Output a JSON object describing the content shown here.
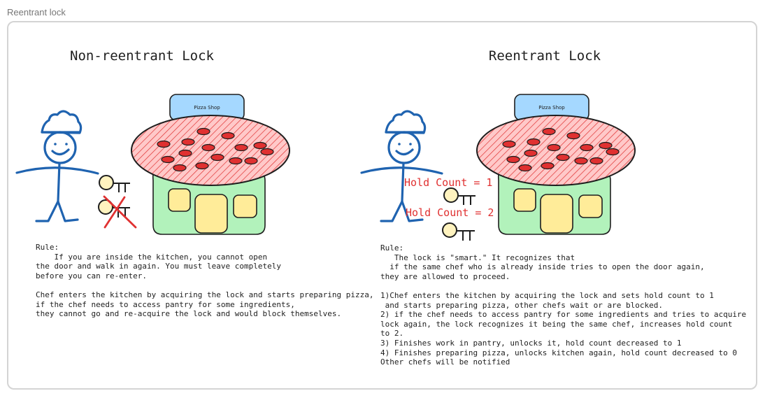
{
  "page_label": "Reentrant lock",
  "left": {
    "title": "Non-reentrant Lock",
    "shop_sign": "Pizza Shop",
    "rule_text": "Rule:\n    If you are inside the kitchen, you cannot open\nthe door and walk in again. You must leave completely\nbefore you can re-enter.\n\nChef enters the kitchen by acquiring the lock and starts preparing pizza,\nif the chef needs to access pantry for some ingredients,\nthey cannot go and re-acquire the lock and would block themselves."
  },
  "right": {
    "title": "Reentrant Lock",
    "shop_sign": "Pizza Shop",
    "hold_count_1": "Hold Count = 1",
    "hold_count_2": "Hold Count = 2",
    "rule_text": "Rule:\n   The lock is \"smart.\" It recognizes that\n  if the same chef who is already inside tries to open the door again,\nthey are allowed to proceed.\n\n1)Chef enters the kitchen by acquiring the lock and sets hold count to 1\n and starts preparing pizza, other chefs wait or are blocked.\n2) if the chef needs to access pantry for some ingredients and tries to acquire\nlock again, the lock recognizes it being the same chef, increases hold count\nto 2.\n3) Finishes work in pantry, unlocks it, hold count decreased to 1\n4) Finishes preparing pizza, unlocks kitchen again, hold count decreased to 0\nOther chefs will be notified"
  },
  "colors": {
    "chef_blue": "#1f63b0",
    "sign_blue": "#a5d8ff",
    "pizza_fill": "#ffc9c9",
    "pepperoni": "#e03131",
    "house_green": "#b2f2bb",
    "window_yellow": "#ffec99",
    "key_yellow": "#fff3bf",
    "accent_red": "#e03131"
  }
}
